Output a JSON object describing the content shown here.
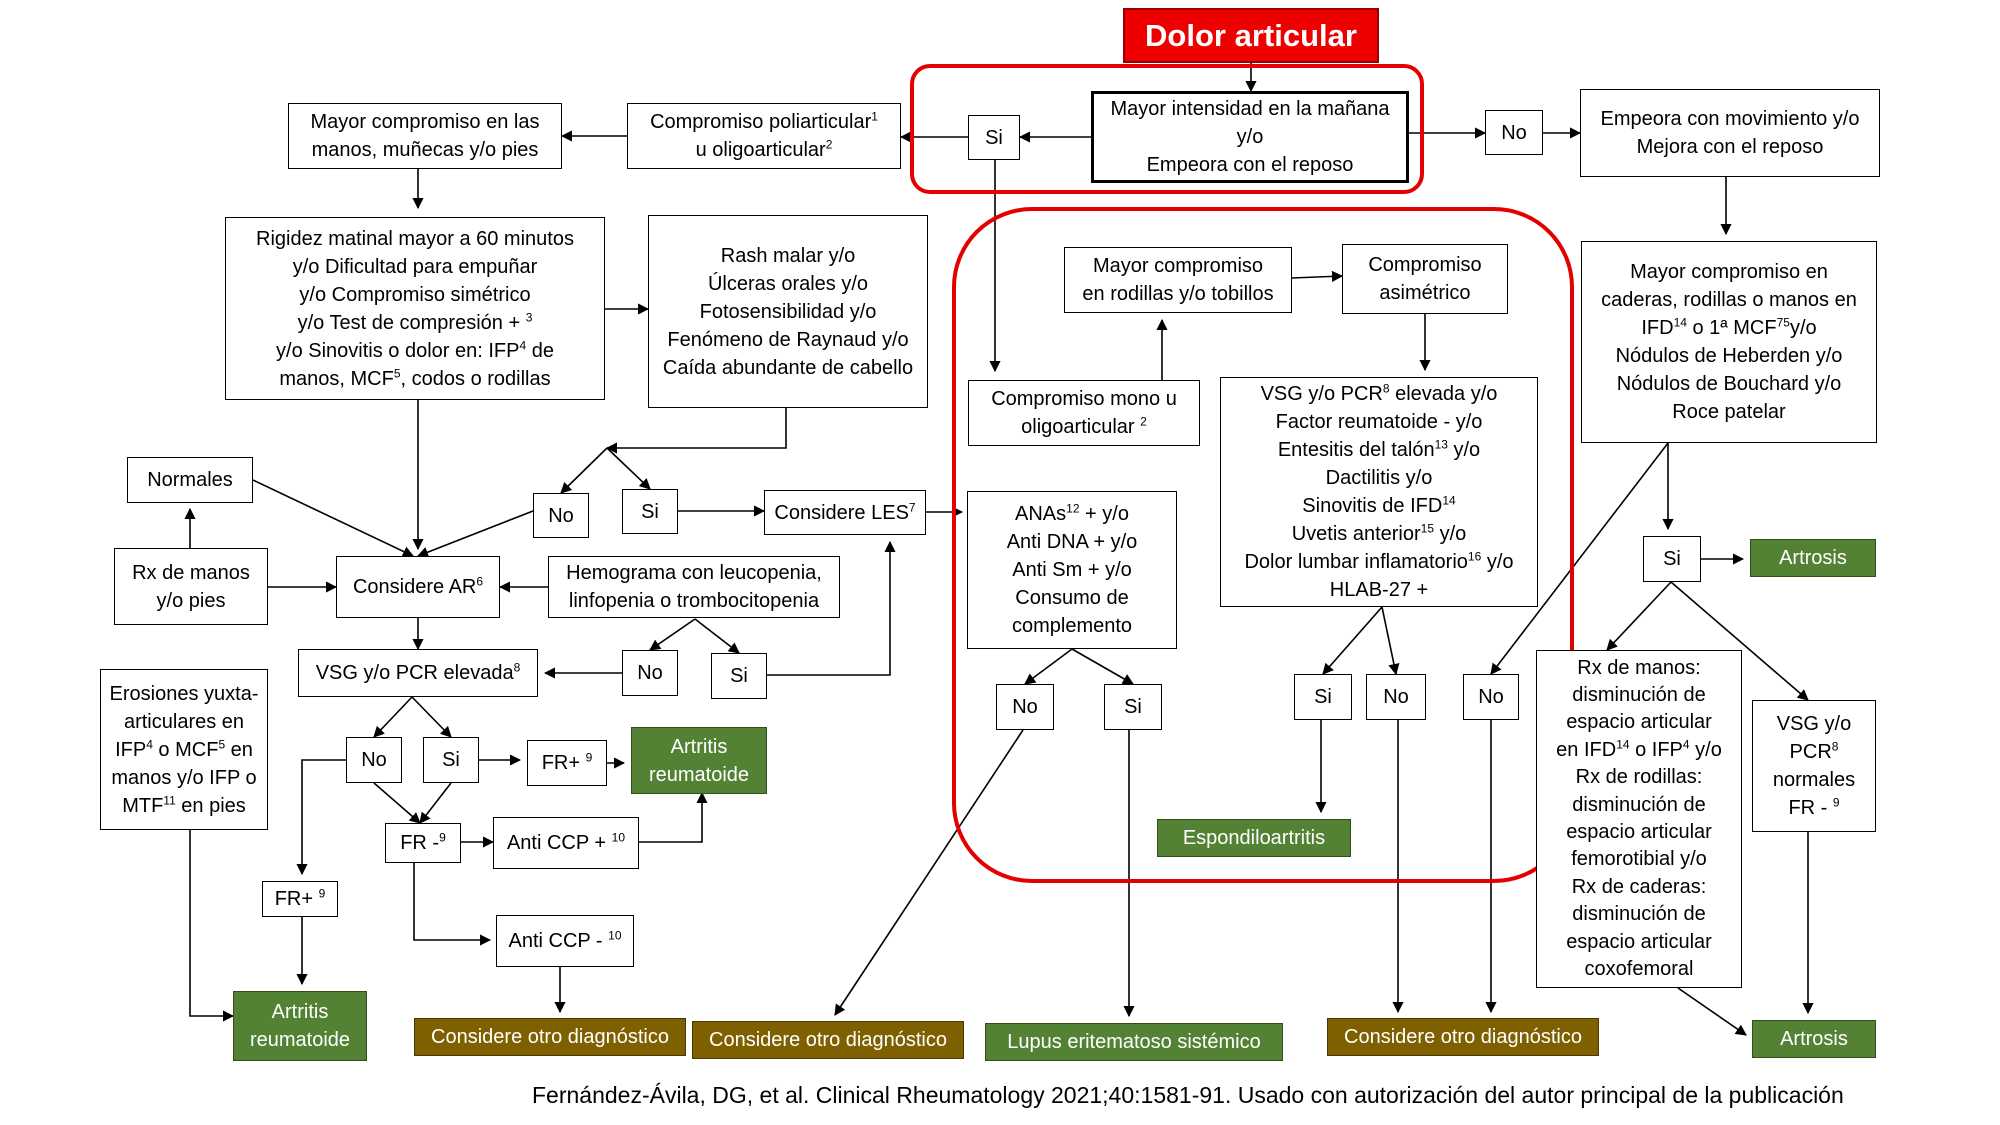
{
  "colors": {
    "title": "#ee0000",
    "result_green": "#548235",
    "result_brown": "#7f6000",
    "highlight": "#e30000"
  },
  "nodes": {
    "title": [
      "Dolor articular"
    ],
    "morning": [
      "Mayor intensidad en la mañana",
      "y/o",
      "Empeora con el reposo"
    ],
    "si_top": [
      "Si"
    ],
    "no_top": [
      "No"
    ],
    "movement": [
      "Empeora con movimiento y/o",
      "Mejora con el reposo"
    ],
    "poli": [
      "Compromiso poliarticular{1}",
      "u oligoarticular{2}"
    ],
    "hands": [
      "Mayor compromiso en las",
      "manos, muñecas y/o pies"
    ],
    "rigidez": [
      "Rigidez matinal mayor a 60 minutos",
      "y/o Dificultad para empuñar",
      "y/o Compromiso simétrico",
      "y/o Test de compresión + {3}",
      "y/o Sinovitis o dolor en: IFP{4} de",
      "manos, MCF{5}, codos o rodillas"
    ],
    "rash": [
      "Rash malar y/o",
      "Úlceras orales y/o",
      "Fotosensibilidad y/o",
      "Fenómeno de Raynaud y/o",
      "Caída abundante de cabello"
    ],
    "no_rash": [
      "No"
    ],
    "si_rash": [
      "Si"
    ],
    "les": [
      "Considere LES{7}"
    ],
    "normales": [
      "Normales"
    ],
    "rx_manos": [
      "Rx de manos",
      "y/o pies"
    ],
    "ar": [
      "Considere AR{6}"
    ],
    "hemograma": [
      "Hemograma con leucopenia,",
      "linfopenia o trombocitopenia"
    ],
    "no_hemo": [
      "No"
    ],
    "si_hemo": [
      "Si"
    ],
    "vsg_left": [
      "VSG y/o PCR elevada{8}"
    ],
    "erosiones": [
      "Erosiones yuxta-",
      "articulares en",
      "IFP{4} o MCF{5}  en",
      "manos  y/o IFP o",
      "MTF{11} en pies"
    ],
    "no_vsg": [
      "No"
    ],
    "si_vsg": [
      "Si"
    ],
    "fr_pos_1": [
      "FR+ {9}"
    ],
    "ar_result_1": [
      "Artritis",
      "reumatoide"
    ],
    "fr_neg": [
      "FR -{9}"
    ],
    "anti_ccp_pos": [
      "Anti CCP + {10}"
    ],
    "anti_ccp_neg": [
      "Anti CCP - {10}"
    ],
    "fr_pos_2": [
      "FR+ {9}"
    ],
    "ar_result_2": [
      "Artritis",
      "reumatoide"
    ],
    "otro_1": [
      "Considere otro diagnóstico"
    ],
    "mono": [
      "Compromiso mono u",
      "oligoarticular {2}"
    ],
    "rodillas": [
      "Mayor compromiso",
      "en rodillas y/o tobillos"
    ],
    "asimetrico": [
      "Compromiso",
      "asimétrico"
    ],
    "anas": [
      "ANAs{12} + y/o",
      "Anti DNA + y/o",
      "Anti Sm +  y/o",
      "Consumo de",
      "complemento"
    ],
    "no_anas": [
      "No"
    ],
    "si_anas": [
      "Si"
    ],
    "otro_2": [
      "Considere otro diagnóstico"
    ],
    "lupus": [
      "Lupus eritematoso sistémico"
    ],
    "vsg_pcr": [
      "VSG y/o PCR{8} elevada y/o",
      "Factor reumatoide - y/o",
      "Entesitis del talón{13} y/o",
      "Dactilitis y/o",
      "Sinovitis de IFD{14}",
      "Uvetis anterior{15} y/o",
      "Dolor lumbar inflamatorio{16} y/o",
      "HLAB-27 +"
    ],
    "si_espondilo": [
      "Si"
    ],
    "no_espondilo": [
      "No"
    ],
    "espondilo": [
      "Espondiloartritis"
    ],
    "no_center": [
      "No"
    ],
    "otro_3": [
      "Considere otro diagnóstico"
    ],
    "caderas": [
      "Mayor compromiso en",
      "caderas, rodillas o manos en",
      "IFD{14} o 1ª MCF{75}y/o",
      "Nódulos de Heberden y/o",
      "Nódulos de Bouchard y/o",
      "Roce patelar"
    ],
    "si_artrosis": [
      "Si"
    ],
    "artrosis_1": [
      "Artrosis"
    ],
    "rx_detalle": [
      "Rx de manos:",
      "disminución de",
      "espacio articular",
      "en IFD{14} o IFP{4} y/o",
      "Rx de rodillas:",
      "disminución de",
      "espacio articular",
      "femorotibial y/o",
      "Rx de caderas:",
      "disminución de",
      "espacio articular",
      "coxofemoral"
    ],
    "vsg_normal": [
      "VSG y/o",
      "PCR{8}",
      "normales",
      "FR - {9}"
    ],
    "artrosis_2": [
      "Artrosis"
    ]
  },
  "caption": "Fernández-Ávila, DG, et al. Clinical Rheumatology 2021;40:1581-91. Usado con autorización del autor principal de la publicación"
}
